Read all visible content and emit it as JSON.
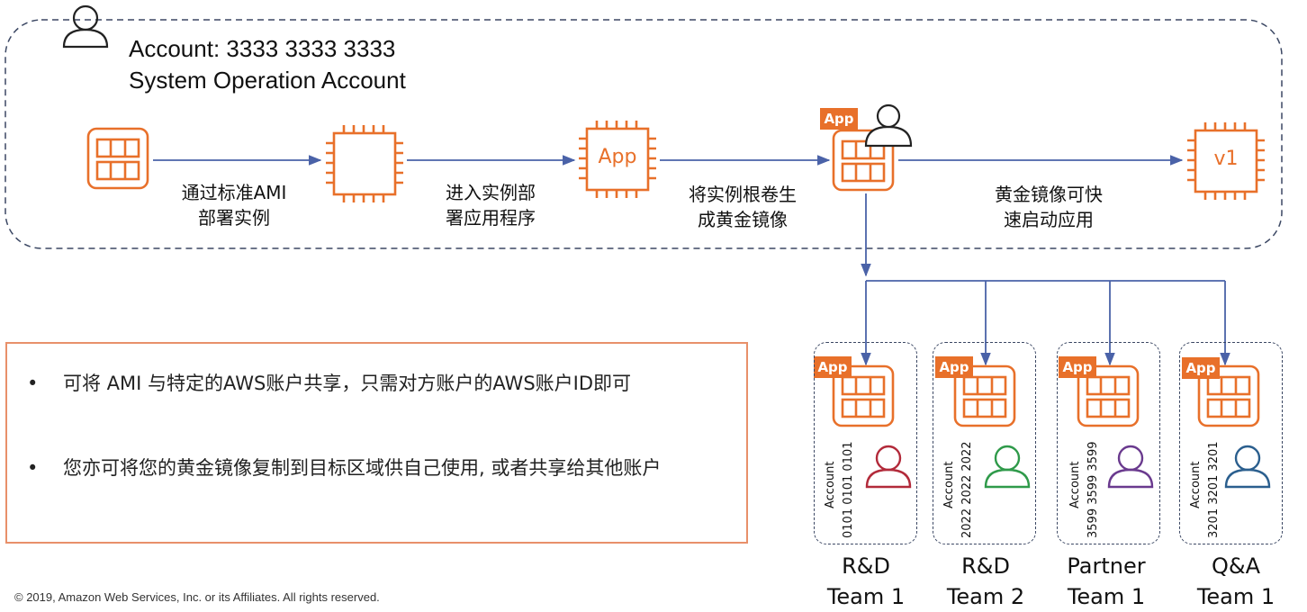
{
  "account": {
    "title": "Account: 3333 3333 3333",
    "subtitle": "System Operation Account"
  },
  "steps": [
    {
      "label": "通过标准AMI\n部署实例"
    },
    {
      "label": "进入实例部\n署应用程序"
    },
    {
      "label": "将实例根卷生\n成黄金镜像"
    },
    {
      "label": "黄金镜像可快\n速启动应用"
    }
  ],
  "icons": {
    "app_chip_text": "App",
    "version_chip_text": "v1",
    "app_badge_text": "App"
  },
  "teams": [
    {
      "account_label": "Account",
      "account_number": "0101 0101 0101",
      "name_line1": "R&D",
      "name_line2": "Team 1",
      "user_color": "#b22a3a"
    },
    {
      "account_label": "Account",
      "account_number": "2022 2022 2022",
      "name_line1": "R&D",
      "name_line2": "Team 2",
      "user_color": "#2f9a4a"
    },
    {
      "account_label": "Account",
      "account_number": "3599 3599 3599",
      "name_line1": "Partner",
      "name_line2": "Team 1",
      "user_color": "#6a3a8e"
    },
    {
      "account_label": "Account",
      "account_number": "3201 3201 3201",
      "name_line1": "Q&A",
      "name_line2": "Team 1",
      "user_color": "#2b5f8e"
    }
  ],
  "notes": {
    "bullet_glyph": "•",
    "items": [
      "可将 AMI 与特定的AWS账户共享，只需对方账户的AWS账户ID即可",
      "您亦可将您的黄金镜像复制到目标区域供自己使用, 或者共享给其他账户"
    ]
  },
  "footer": "© 2019, Amazon Web Services, Inc. or its Affiliates. All rights reserved.",
  "colors": {
    "accent_orange": "#e8702a",
    "arrow_blue": "#4a62a8",
    "dashed_border": "#3b4763",
    "note_border": "#e8906a"
  }
}
